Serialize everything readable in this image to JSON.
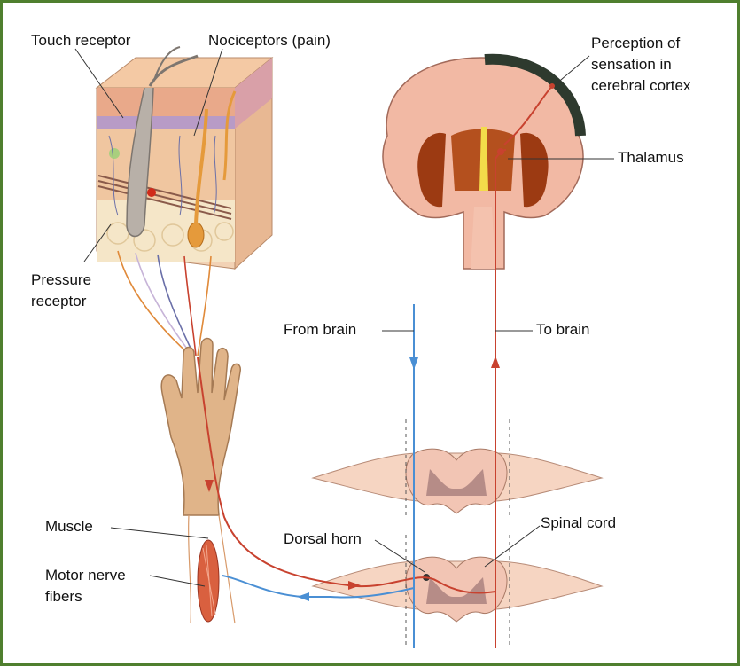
{
  "labels": {
    "touch_receptor": "Touch receptor",
    "nociceptors": "Nociceptors (pain)",
    "perception_1": "Perception of",
    "perception_2": "sensation in",
    "perception_3": "cerebral cortex",
    "thalamus": "Thalamus",
    "pressure_1": "Pressure",
    "pressure_2": "receptor",
    "from_brain": "From brain",
    "to_brain": "To brain",
    "muscle": "Muscle",
    "dorsal_horn": "Dorsal horn",
    "spinal_cord": "Spinal cord",
    "motor_1": "Motor nerve",
    "motor_2": "fibers"
  },
  "colors": {
    "frame": "#4f7f2e",
    "sensory_pathway": "#c8422f",
    "motor_pathway": "#4a8fd4",
    "cortex_highlight": "#2e3a2e",
    "brain_tissue": "#f2b9a4",
    "thalamus": "#9c3a12"
  }
}
